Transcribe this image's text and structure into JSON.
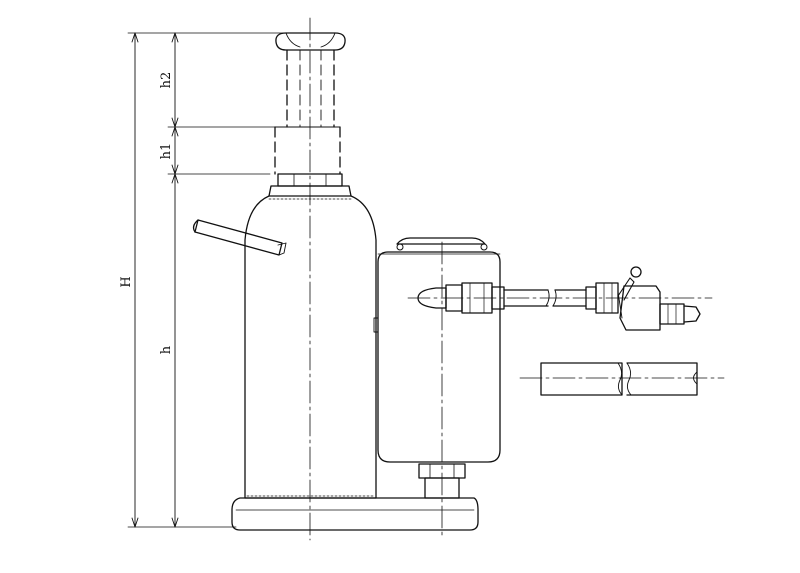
{
  "diagram": {
    "labels": {
      "overall_height": "H",
      "base_height": "h",
      "first_extension": "h1",
      "second_extension": "h2"
    },
    "colors": {
      "stroke": "#111111",
      "background": "#ffffff"
    }
  }
}
